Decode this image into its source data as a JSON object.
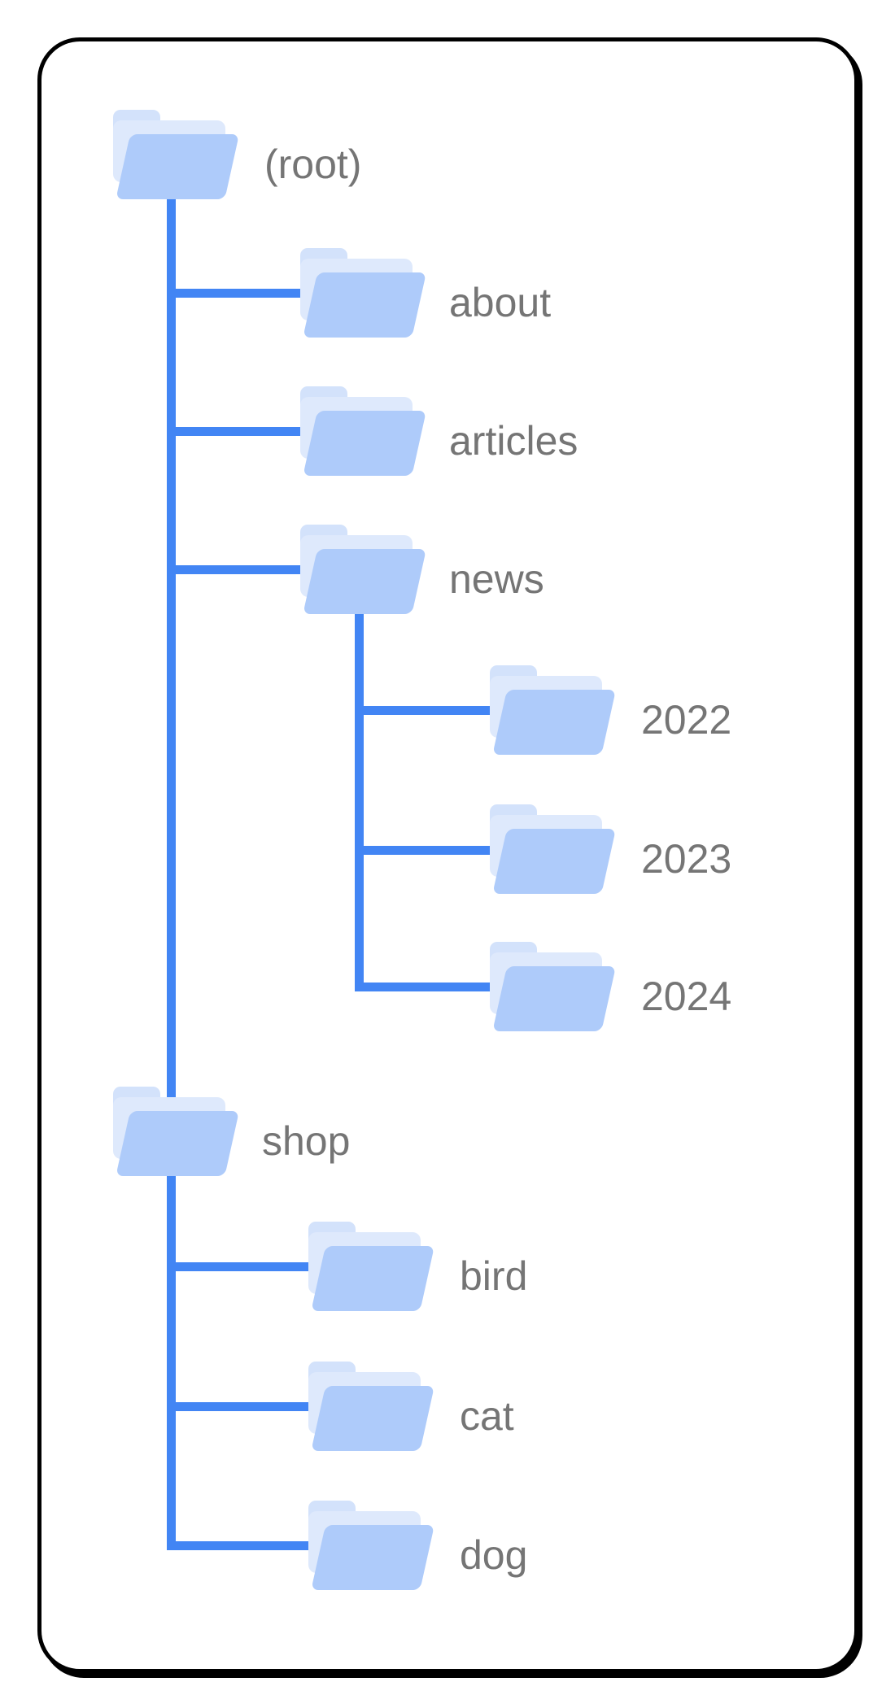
{
  "diagram": {
    "kind": "site-folder-hierarchy-tree",
    "colors": {
      "connector": "#4285F4",
      "folder-front": "#AECBFA",
      "folder-paper": "#DEE9FC",
      "folder-tab": "#D3E2FB",
      "label-text": "#757575",
      "card-border": "#000000",
      "card-background": "#FFFFFF",
      "page-background": "#FFFFFF"
    },
    "nodes": {
      "root": {
        "label": "(root)",
        "depth": 0,
        "icon": "folder-icon",
        "children": [
          "about",
          "articles",
          "news",
          "shop"
        ]
      },
      "about": {
        "label": "about",
        "depth": 1,
        "icon": "folder-icon",
        "children": []
      },
      "articles": {
        "label": "articles",
        "depth": 1,
        "icon": "folder-icon",
        "children": []
      },
      "news": {
        "label": "news",
        "depth": 1,
        "icon": "folder-icon",
        "children": [
          "2022",
          "2023",
          "2024"
        ]
      },
      "2022": {
        "label": "2022",
        "depth": 2,
        "icon": "folder-icon",
        "children": []
      },
      "2023": {
        "label": "2023",
        "depth": 2,
        "icon": "folder-icon",
        "children": []
      },
      "2024": {
        "label": "2024",
        "depth": 2,
        "icon": "folder-icon",
        "children": []
      },
      "shop": {
        "label": "shop",
        "depth": 1,
        "icon": "folder-icon",
        "children": [
          "bird",
          "cat",
          "dog"
        ]
      },
      "bird": {
        "label": "bird",
        "depth": 2,
        "icon": "folder-icon",
        "children": []
      },
      "cat": {
        "label": "cat",
        "depth": 2,
        "icon": "folder-icon",
        "children": []
      },
      "dog": {
        "label": "dog",
        "depth": 2,
        "icon": "folder-icon",
        "children": []
      }
    }
  }
}
